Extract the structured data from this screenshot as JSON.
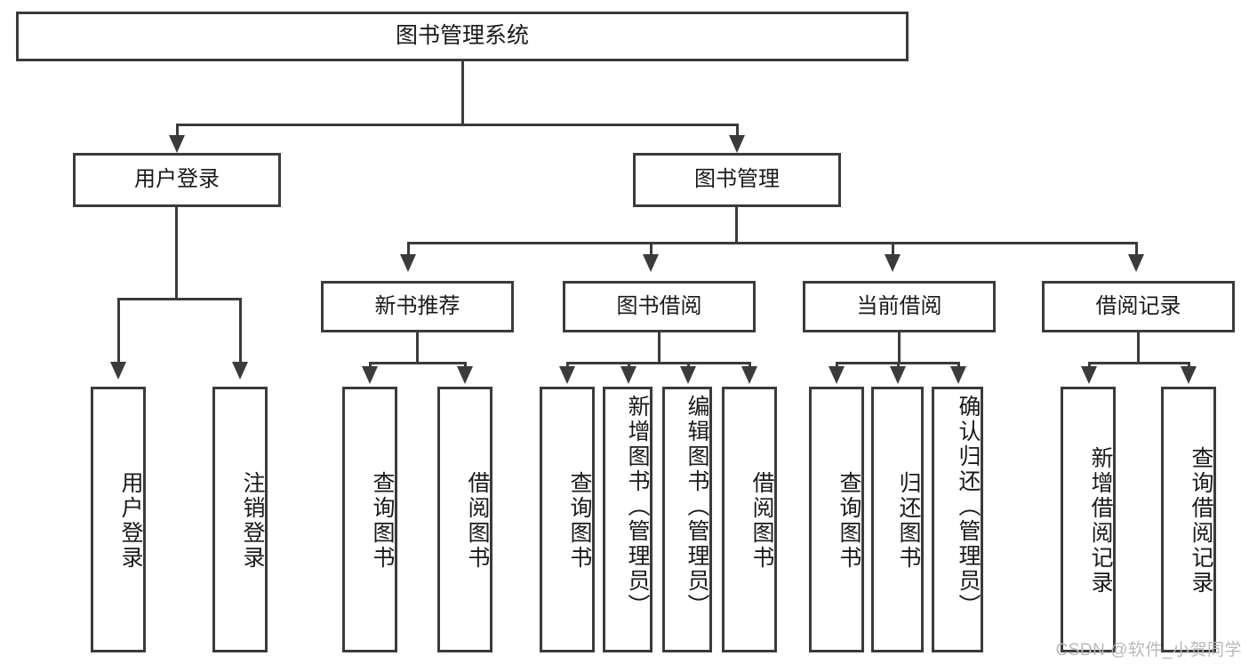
{
  "diagram": {
    "type": "tree-hierarchy",
    "title": "图书管理系统",
    "watermark": "CSDN @软件_小贺同学",
    "colors": {
      "stroke": "#3b3b3b",
      "fill": "#ffffff",
      "text": "#1a1a1a",
      "watermark": "#b9b9b9"
    },
    "nodes": {
      "root": {
        "label": "图书管理系统"
      },
      "level2": [
        {
          "label": "用户登录"
        },
        {
          "label": "图书管理"
        }
      ],
      "level3": [
        {
          "label": "新书推荐"
        },
        {
          "label": "图书借阅"
        },
        {
          "label": "当前借阅"
        },
        {
          "label": "借阅记录"
        }
      ],
      "leaves": {
        "user_login": [
          {
            "label": "用户登录"
          },
          {
            "label": "注销登录"
          }
        ],
        "new_book_recommend": [
          {
            "label": "查询图书"
          },
          {
            "label": "借阅图书"
          }
        ],
        "book_borrow": [
          {
            "label": "查询图书"
          },
          {
            "label": "新增图书（管理员）"
          },
          {
            "label": "编辑图书（管理员）"
          },
          {
            "label": "借阅图书"
          }
        ],
        "current_borrow": [
          {
            "label": "查询图书"
          },
          {
            "label": "归还图书"
          },
          {
            "label": "确认归还（管理员）"
          }
        ],
        "borrow_record": [
          {
            "label": "新增借阅记录"
          },
          {
            "label": "查询借阅记录"
          }
        ]
      }
    },
    "edges": [
      {
        "from": "图书管理系统",
        "to": "用户登录"
      },
      {
        "from": "图书管理系统",
        "to": "图书管理"
      },
      {
        "from": "用户登录",
        "to": "用户登录"
      },
      {
        "from": "用户登录",
        "to": "注销登录"
      },
      {
        "from": "图书管理",
        "to": "新书推荐"
      },
      {
        "from": "图书管理",
        "to": "图书借阅"
      },
      {
        "from": "图书管理",
        "to": "当前借阅"
      },
      {
        "from": "图书管理",
        "to": "借阅记录"
      },
      {
        "from": "新书推荐",
        "to": "查询图书"
      },
      {
        "from": "新书推荐",
        "to": "借阅图书"
      },
      {
        "from": "图书借阅",
        "to": "查询图书"
      },
      {
        "from": "图书借阅",
        "to": "新增图书（管理员）"
      },
      {
        "from": "图书借阅",
        "to": "编辑图书（管理员）"
      },
      {
        "from": "图书借阅",
        "to": "借阅图书"
      },
      {
        "from": "当前借阅",
        "to": "查询图书"
      },
      {
        "from": "当前借阅",
        "to": "归还图书"
      },
      {
        "from": "当前借阅",
        "to": "确认归还（管理员）"
      },
      {
        "from": "借阅记录",
        "to": "新增借阅记录"
      },
      {
        "from": "借阅记录",
        "to": "查询借阅记录"
      }
    ]
  }
}
